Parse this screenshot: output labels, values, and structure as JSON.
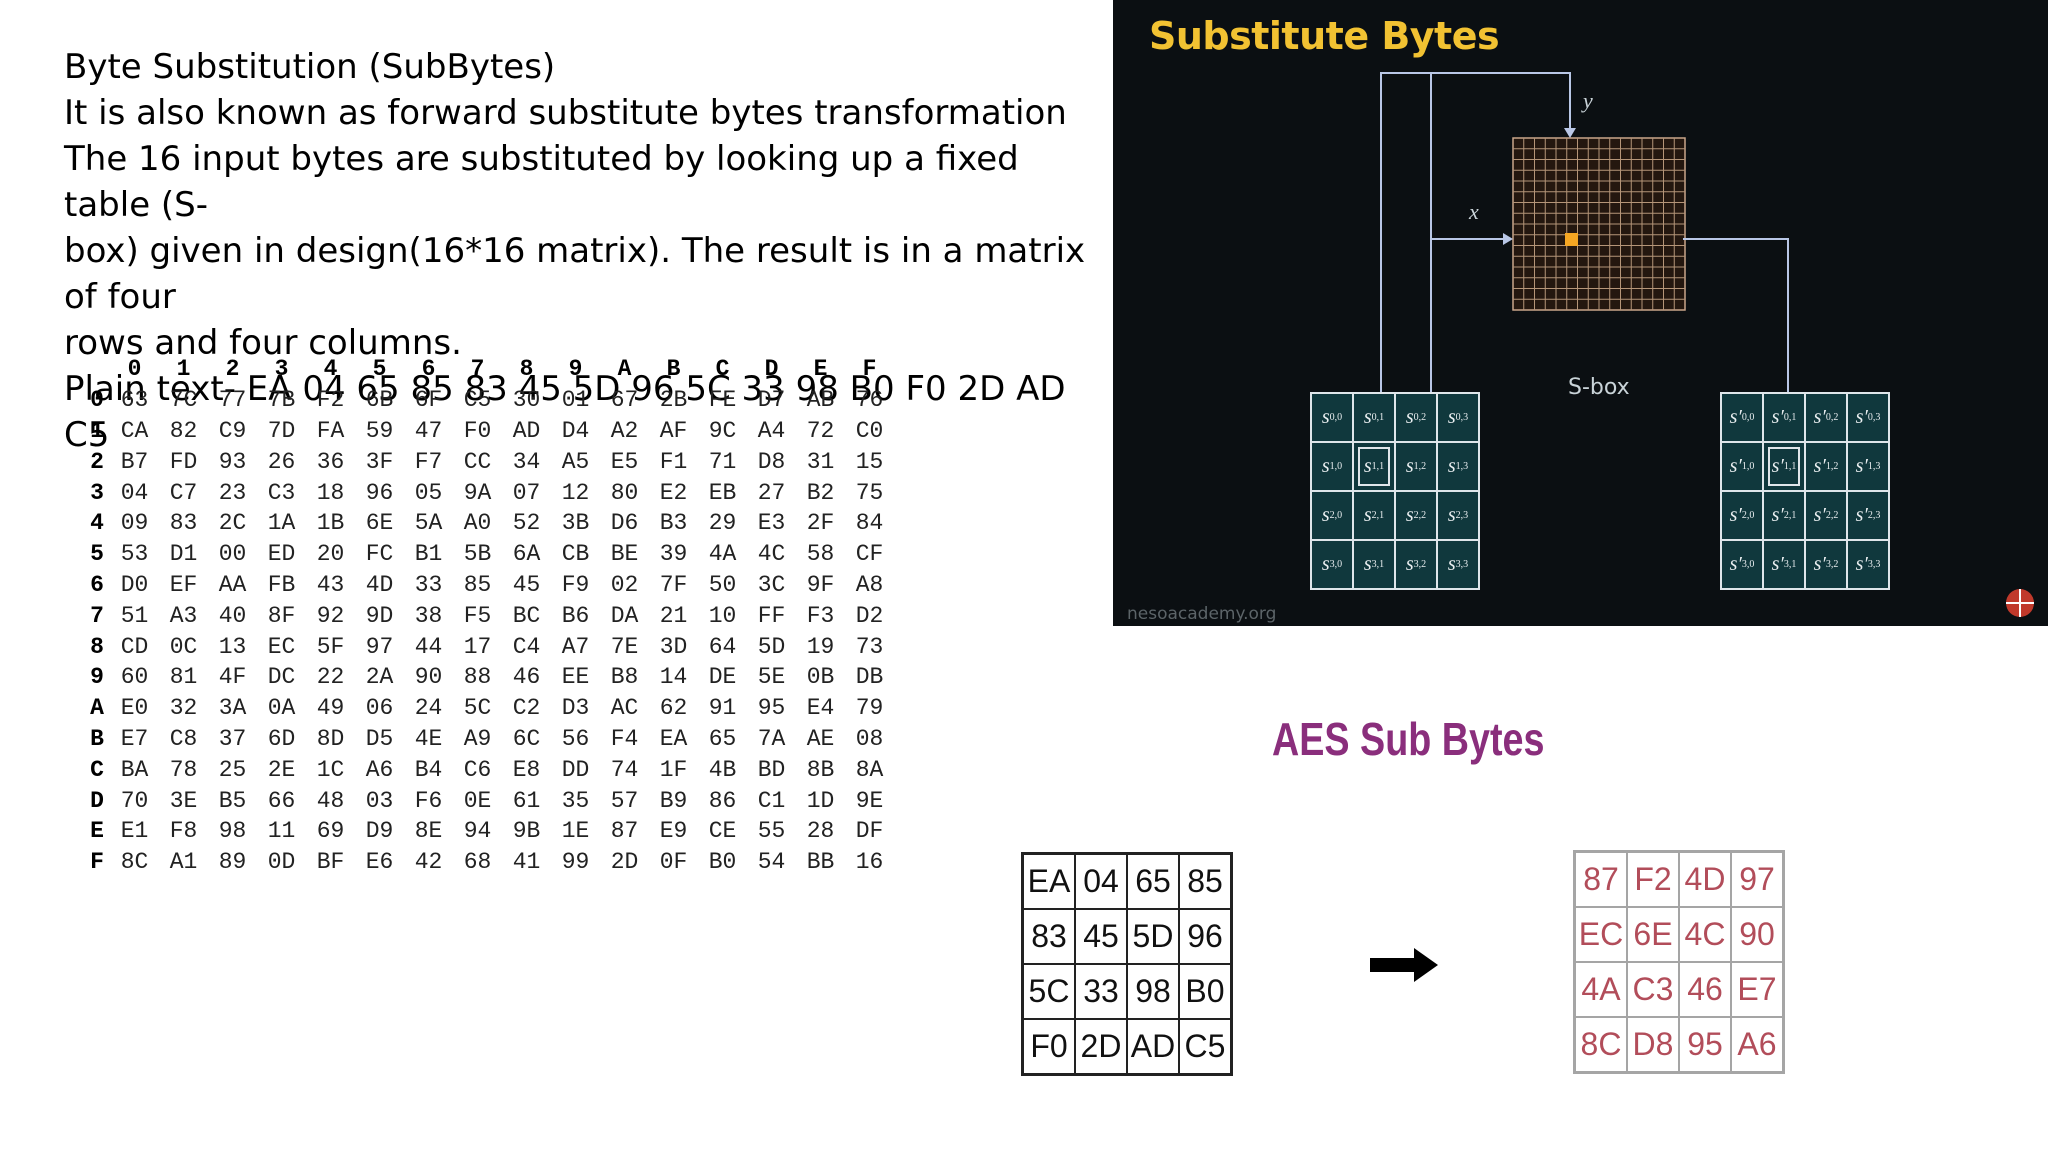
{
  "description": {
    "lines": [
      "Byte Substitution (SubBytes)",
      "It is also known as forward substitute bytes transformation",
      "The 16 input bytes are substituted by looking up a fixed table (S-",
      "box) given in design(16*16 matrix). The result is in a matrix of four",
      "rows and four columns.",
      "Plain text- EA 04 65 85 83 45 5D 96 5C 33 98 B0 F0 2D AD C5"
    ]
  },
  "sbox": {
    "col_headers": [
      "0",
      "1",
      "2",
      "3",
      "4",
      "5",
      "6",
      "7",
      "8",
      "9",
      "A",
      "B",
      "C",
      "D",
      "E",
      "F"
    ],
    "rows": [
      {
        "h": "0",
        "v": [
          "63",
          "7C",
          "77",
          "7B",
          "F2",
          "6B",
          "6F",
          "C5",
          "30",
          "01",
          "67",
          "2B",
          "FE",
          "D7",
          "AB",
          "76"
        ]
      },
      {
        "h": "1",
        "v": [
          "CA",
          "82",
          "C9",
          "7D",
          "FA",
          "59",
          "47",
          "F0",
          "AD",
          "D4",
          "A2",
          "AF",
          "9C",
          "A4",
          "72",
          "C0"
        ]
      },
      {
        "h": "2",
        "v": [
          "B7",
          "FD",
          "93",
          "26",
          "36",
          "3F",
          "F7",
          "CC",
          "34",
          "A5",
          "E5",
          "F1",
          "71",
          "D8",
          "31",
          "15"
        ]
      },
      {
        "h": "3",
        "v": [
          "04",
          "C7",
          "23",
          "C3",
          "18",
          "96",
          "05",
          "9A",
          "07",
          "12",
          "80",
          "E2",
          "EB",
          "27",
          "B2",
          "75"
        ]
      },
      {
        "h": "4",
        "v": [
          "09",
          "83",
          "2C",
          "1A",
          "1B",
          "6E",
          "5A",
          "A0",
          "52",
          "3B",
          "D6",
          "B3",
          "29",
          "E3",
          "2F",
          "84"
        ]
      },
      {
        "h": "5",
        "v": [
          "53",
          "D1",
          "00",
          "ED",
          "20",
          "FC",
          "B1",
          "5B",
          "6A",
          "CB",
          "BE",
          "39",
          "4A",
          "4C",
          "58",
          "CF"
        ]
      },
      {
        "h": "6",
        "v": [
          "D0",
          "EF",
          "AA",
          "FB",
          "43",
          "4D",
          "33",
          "85",
          "45",
          "F9",
          "02",
          "7F",
          "50",
          "3C",
          "9F",
          "A8"
        ]
      },
      {
        "h": "7",
        "v": [
          "51",
          "A3",
          "40",
          "8F",
          "92",
          "9D",
          "38",
          "F5",
          "BC",
          "B6",
          "DA",
          "21",
          "10",
          "FF",
          "F3",
          "D2"
        ]
      },
      {
        "h": "8",
        "v": [
          "CD",
          "0C",
          "13",
          "EC",
          "5F",
          "97",
          "44",
          "17",
          "C4",
          "A7",
          "7E",
          "3D",
          "64",
          "5D",
          "19",
          "73"
        ]
      },
      {
        "h": "9",
        "v": [
          "60",
          "81",
          "4F",
          "DC",
          "22",
          "2A",
          "90",
          "88",
          "46",
          "EE",
          "B8",
          "14",
          "DE",
          "5E",
          "0B",
          "DB"
        ]
      },
      {
        "h": "A",
        "v": [
          "E0",
          "32",
          "3A",
          "0A",
          "49",
          "06",
          "24",
          "5C",
          "C2",
          "D3",
          "AC",
          "62",
          "91",
          "95",
          "E4",
          "79"
        ]
      },
      {
        "h": "B",
        "v": [
          "E7",
          "C8",
          "37",
          "6D",
          "8D",
          "D5",
          "4E",
          "A9",
          "6C",
          "56",
          "F4",
          "EA",
          "65",
          "7A",
          "AE",
          "08"
        ]
      },
      {
        "h": "C",
        "v": [
          "BA",
          "78",
          "25",
          "2E",
          "1C",
          "A6",
          "B4",
          "C6",
          "E8",
          "DD",
          "74",
          "1F",
          "4B",
          "BD",
          "8B",
          "8A"
        ]
      },
      {
        "h": "D",
        "v": [
          "70",
          "3E",
          "B5",
          "66",
          "48",
          "03",
          "F6",
          "0E",
          "61",
          "35",
          "57",
          "B9",
          "86",
          "C1",
          "1D",
          "9E"
        ]
      },
      {
        "h": "E",
        "v": [
          "E1",
          "F8",
          "98",
          "11",
          "69",
          "D9",
          "8E",
          "94",
          "9B",
          "1E",
          "87",
          "E9",
          "CE",
          "55",
          "28",
          "DF"
        ]
      },
      {
        "h": "F",
        "v": [
          "8C",
          "A1",
          "89",
          "0D",
          "BF",
          "E6",
          "42",
          "68",
          "41",
          "99",
          "2D",
          "0F",
          "B0",
          "54",
          "BB",
          "16"
        ]
      }
    ]
  },
  "diagram": {
    "title": "Substitute Bytes",
    "x_label": "x",
    "y_label": "y",
    "sbox_label": "S-box",
    "credit": "nesoacademy.org",
    "colors": {
      "title": "#f2c232",
      "cell": "#10383d",
      "highlight": "#f5a623"
    },
    "input_state_symbol": "s",
    "output_state_symbol": "s′",
    "indices": [
      "0,0",
      "0,1",
      "0,2",
      "0,3",
      "1,0",
      "1,1",
      "1,2",
      "1,3",
      "2,0",
      "2,1",
      "2,2",
      "2,3",
      "3,0",
      "3,1",
      "3,2",
      "3,3"
    ]
  },
  "aes": {
    "title": "AES Sub Bytes",
    "input": [
      "EA",
      "04",
      "65",
      "85",
      "83",
      "45",
      "5D",
      "96",
      "5C",
      "33",
      "98",
      "B0",
      "F0",
      "2D",
      "AD",
      "C5"
    ],
    "output": [
      "87",
      "F2",
      "4D",
      "97",
      "EC",
      "6E",
      "4C",
      "90",
      "4A",
      "C3",
      "46",
      "E7",
      "8C",
      "D8",
      "95",
      "A6"
    ],
    "arrow_icon": "right-arrow-icon"
  }
}
